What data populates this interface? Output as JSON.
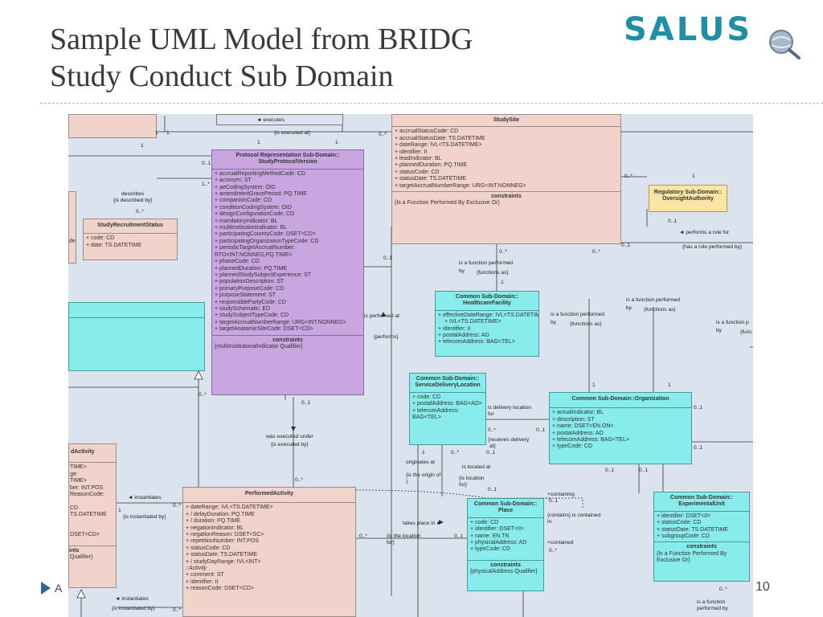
{
  "slide": {
    "title_line1": "Sample UML Model from BRIDG",
    "title_line2": "Study Conduct Sub Domain",
    "logo": "SALUS",
    "page_number": "10",
    "footer_text": "A"
  },
  "classes": {
    "study_site": {
      "header": "StudySite",
      "attrs": [
        "accrualStatusCode: CD",
        "accrualStatusDate: TS.DATETIME",
        "dateRange: IVL<TS.DATETIME>",
        "identifier: II",
        "leadIndicator: BL",
        "plannedDuration: PQ.TIME",
        "statusCode: CD",
        "statusDate: TS.DATETIME",
        "targetAccrualNumberRange: URG<INT.NONNEG>"
      ],
      "constraints_header": "constraints",
      "constraints": "{Is a Function Performed By Exclusive Or}"
    },
    "protocol_version": {
      "header": "Protocol Representation Sub-Domain:: StudyProtocolVersion",
      "attrs": [
        "accrualReportingMethodCode: CD",
        "acronym: ST",
        "aeCodingSystem: OID",
        "amendmentGracePeriod: PQ.TIME",
        "companionCode: CD",
        "conditionCodingSystem: OID",
        "designConfigurationCode: CD",
        "mandatoryIndicator: BL",
        "multiInstitutionIndicator: BL",
        "participatingCountryCode: DSET<CD>",
        "participatingOrganizationTypeCode: CD",
        "periodicTargetAccrualNumber: RTO<INT.NONNEG,PQ.TIME>",
        "phaseCode: CD",
        "plannedDuration: PQ.TIME",
        "plannedStudySubjectExperience: ST",
        "populationDescription: ST",
        "primaryPurposeCode: CD",
        "purposeStatement: ST",
        "responsiblePartyCode: CD",
        "studySchematic: ED",
        "studySubjectTypeCode: CD",
        "targetAccrualNumberRange: URG<INT.NONNEG>",
        "targetAnatomicSiteCode: DSET<CD>"
      ],
      "constraints_header": "constraints",
      "constraints": "{multiInstitutionalIndicator Qualifier}"
    },
    "recruitment_status": {
      "header": "StudyRecruitmentStatus",
      "attrs": [
        "code: CD",
        "date: TS.DATETIME"
      ]
    },
    "regulatory_authority": {
      "header": "Regulatory Sub-Domain:: OversightAuthority"
    },
    "healthcare_facility": {
      "header": "Common Sub-Domain:: HealthcareFacility",
      "attrs": [
        "effectiveDateRange: IVL<TS.DATETIME>",
        "identifier: II",
        "postalAddress: AD",
        "telecomAddress: BAG<TEL>"
      ]
    },
    "service_delivery": {
      "header": "Common Sub-Domain:: ServiceDeliveryLocation",
      "attrs": [
        "code: CD",
        "postalAddress: BAG<AD>",
        "telecomAddress: BAG<TEL>"
      ]
    },
    "organization": {
      "header": "Common Sub-Domain::Organization",
      "attrs": [
        "actualIndicator: BL",
        "description: ST",
        "name: DSET<EN.ON>",
        "postalAddress: AD",
        "telecomAddress: BAG<TEL>",
        "typeCode: CD"
      ]
    },
    "place": {
      "header": "Common Sub-Domain:: Place",
      "attrs": [
        "code: CD",
        "identifier: DSET<II>",
        "name: EN.TN",
        "physicalAddress: AD",
        "typeCode: CD"
      ],
      "constraints_header": "constraints",
      "constraints": "{physicalAddress Qualifier}"
    },
    "experimental_unit": {
      "header": "Common Sub-Domain:: ExperimentalUnit",
      "attrs": [
        "identifier: DSET<II>",
        "statusCode: CD",
        "statusDate: TS.DATETIME",
        "subgroupCode: CD"
      ],
      "constraints_header": "constraints",
      "constraints": "{Is a Function Performed By Exclusive Or}"
    },
    "performed_activity": {
      "header": "PerformedActivity",
      "attrs": [
        "dateRange: IVL<TS.DATETIME>",
        "/ delayDuration: PQ.TIME",
        "/ duration: PQ.TIME",
        "negationIndicator: BL",
        "negationReason: DSET<SC>",
        "repetitionNumber: INT.POS",
        "statusCode: CD",
        "statusDate: TS.DATETIME",
        "/ studyDayRange: IVL<INT>"
      ],
      "section": "::Activity",
      "attrs2": [
        "comment: ST",
        "identifier: II",
        "reasonCode: DSET<CD>"
      ]
    },
    "planned_activity": {
      "header": "dActivity",
      "attrs": [
        "TIME>",
        "ge:",
        "TIME>",
        "ber: INT.POS",
        "ReasonCode:",
        "CD",
        "TS.DATETIME",
        "",
        "DSET<CD>"
      ],
      "constraints_header": "ints",
      "constraints": "Qualifier}"
    },
    "left_partial": {
      "attrs": [
        "de:"
      ]
    }
  },
  "labels": {
    "executes": "◄ executes",
    "is_executed_at": "{is executed at}",
    "describes": "describes",
    "is_described_by": "{is described by}",
    "is_performed_at": "is performed at",
    "performs": "{performs}",
    "was_executed_under": "was executed under",
    "is_executed_by": "{is executed by}",
    "instantiates": "◄ instantiates",
    "is_instantiated_by": "{is instantiated by}",
    "instantiates2": "◄ instantiates",
    "is_instantiated_by2": "{is instantiated by}",
    "function_performed_by1": "is a function performed",
    "by1": "by",
    "functions_as1": "{functions as}",
    "function_performed_by2": "is a function performed",
    "by2": "by",
    "functions_as2": "{functions as}",
    "function_performed_by3": "is a function performed",
    "by3": "by",
    "functions_as3": "{functions as}",
    "function_performed_by4": "is a function p",
    "by4": "by",
    "functions_as4": "{func",
    "performs_role_for": "◄ performs a role for",
    "has_role_performed_by": "{has a role performed by}",
    "is_delivery_location_for": "is delivery location",
    "for": "for",
    "receives_delivery": "{receives delivery",
    "at": "at}",
    "originates_at": "originates at",
    "is_origin_of": "{is the origin of",
    "brace": "}",
    "is_located_at": "is located at",
    "is_location": "{is location",
    "for2": "for}",
    "takes_place_in": "takes place in ►",
    "is_location_for": "{is the location",
    "for3": "for}",
    "containing": "+containing",
    "contains": "{contains} is contained",
    "in": "in",
    "contained": "+contained",
    "is_function_performed_by5": "is a function",
    "performed_by5": "performed by"
  },
  "multiplicities": [
    "1",
    "1",
    "1",
    "1",
    "1",
    "1",
    "0..*",
    "0..1",
    "1..*",
    "0..*",
    "0..1",
    "0..*",
    "1",
    "0..*",
    "0..1",
    "0..*",
    "1",
    "0..1",
    "0..*",
    "0..1",
    "0..1",
    "0..*",
    "0..1",
    "0..*",
    "0..*",
    "1",
    "0..*",
    "0..1",
    "1",
    "1",
    "0..*",
    "0..1",
    "0..1",
    "0..1",
    "0..1",
    "0..1",
    "0..1",
    "0..*",
    "0..*",
    "0..1",
    "1",
    "0..*",
    "0..*",
    "0..1",
    "0..*",
    "0..*",
    "0..1",
    "0..*",
    "0..1",
    "1",
    "1",
    "1",
    "0..*",
    "0..*",
    "1"
  ]
}
